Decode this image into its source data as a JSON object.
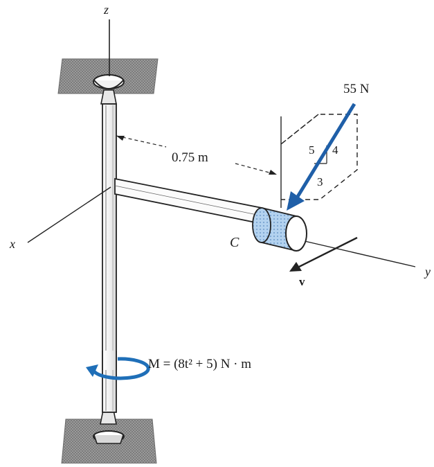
{
  "axes": {
    "z": "z",
    "x": "x",
    "y": "y"
  },
  "dimension": {
    "label": "0.75 m"
  },
  "force": {
    "label": "55 N",
    "slope": {
      "hyp": "5",
      "vertical": "4",
      "horizontal": "3"
    }
  },
  "point": {
    "label": "C"
  },
  "velocity": {
    "label": "v"
  },
  "moment": {
    "label": "M = (8t² + 5) N · m"
  },
  "colors": {
    "force_arrow": "#1f5fa8",
    "moment_arrow": "#1f6fb8",
    "collar": "#a9c9ea",
    "support": "#8a8a8a"
  }
}
